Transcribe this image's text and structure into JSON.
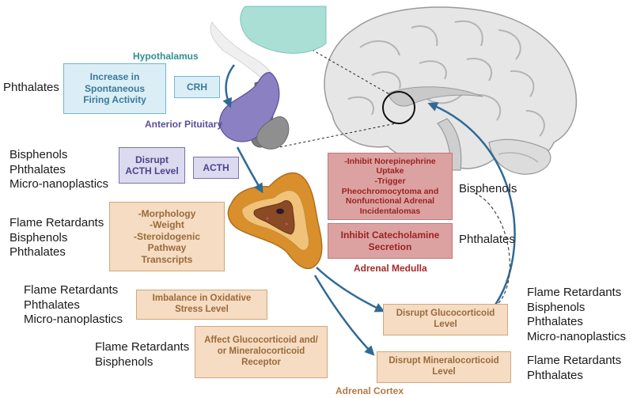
{
  "colors": {
    "hypothalamus": "#2f8f93",
    "pituitary": "#5a4e9a",
    "adrenal_medulla": "#a52a2a",
    "adrenal_cortex": "#b07a47",
    "arrow": "#2f6a96"
  },
  "labels": {
    "hypothalamus": "Hypothalamus",
    "anterior_pituitary": "Anterior Pituitary",
    "adrenal_medulla": "Adrenal Medulla",
    "adrenal_cortex": "Adrenal Cortex"
  },
  "boxes": {
    "spontaneous_firing": "Increase in\nSpontaneous\nFiring Activity",
    "crh": "CRH",
    "disrupt_acth": "Disrupt\nACTH Level",
    "acth": "ACTH",
    "morphology": "-Morphology\n-Weight\n-Steroidogenic\nPathway\nTranscripts",
    "oxidative_stress": "Imbalance in Oxidative\nStress Level",
    "receptor": "Affect Glucocorticoid and/\nor Mineralocorticoid\nReceptor",
    "norepinephrine": "-Inhibit Norepinephrine\nUptake\n-Trigger\nPheochromocytoma and\nNonfunctional Adrenal\nIncidentalomas",
    "catecholamine": "Inhibit Catecholamine\nSecretion",
    "glucocorticoid": "Disrupt Glucocorticoid\nLevel",
    "mineralocorticoid": "Disrupt Mineralocorticoid\nLevel"
  },
  "chemicals": {
    "firing": "Phthalates",
    "acth": "Bisphenols\nPhthalates\nMicro-nanoplastics",
    "morphology": "Flame Retardants\nBisphenols\nPhthalates",
    "oxidative": "Flame Retardants\nPhthalates\nMicro-nanoplastics",
    "receptor": "Flame Retardants\nBisphenols",
    "norepinephrine": "Bisphenols",
    "catecholamine": "Phthalates",
    "glucocorticoid": "Flame Retardants\nBisphenols\nPhthalates\nMicro-nanoplastics",
    "mineralocorticoid": "Flame Retardants\nPhthalates"
  }
}
